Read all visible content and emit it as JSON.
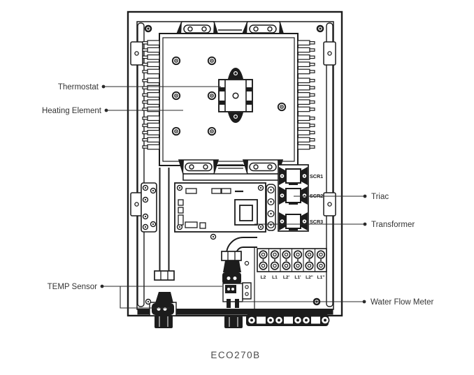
{
  "figure": {
    "caption": "ECO270B",
    "callouts": {
      "thermostat": "Thermostat",
      "heating_element": "Heating Element",
      "temp_sensor": "TEMP Sensor",
      "triac": "Triac",
      "transformer": "Transformer",
      "water_flow_meter": "Water Flow Meter"
    },
    "scr_labels": [
      "SCR1",
      "SCR2",
      "SCR3"
    ],
    "terminal_labels": [
      "L2",
      "L1",
      "L2'",
      "L1'",
      "L2\"",
      "L1\""
    ],
    "colors": {
      "line": "#1c1c1c",
      "label_text": "#343434",
      "caption_text": "#4a4a4a",
      "background": "#ffffff"
    }
  }
}
